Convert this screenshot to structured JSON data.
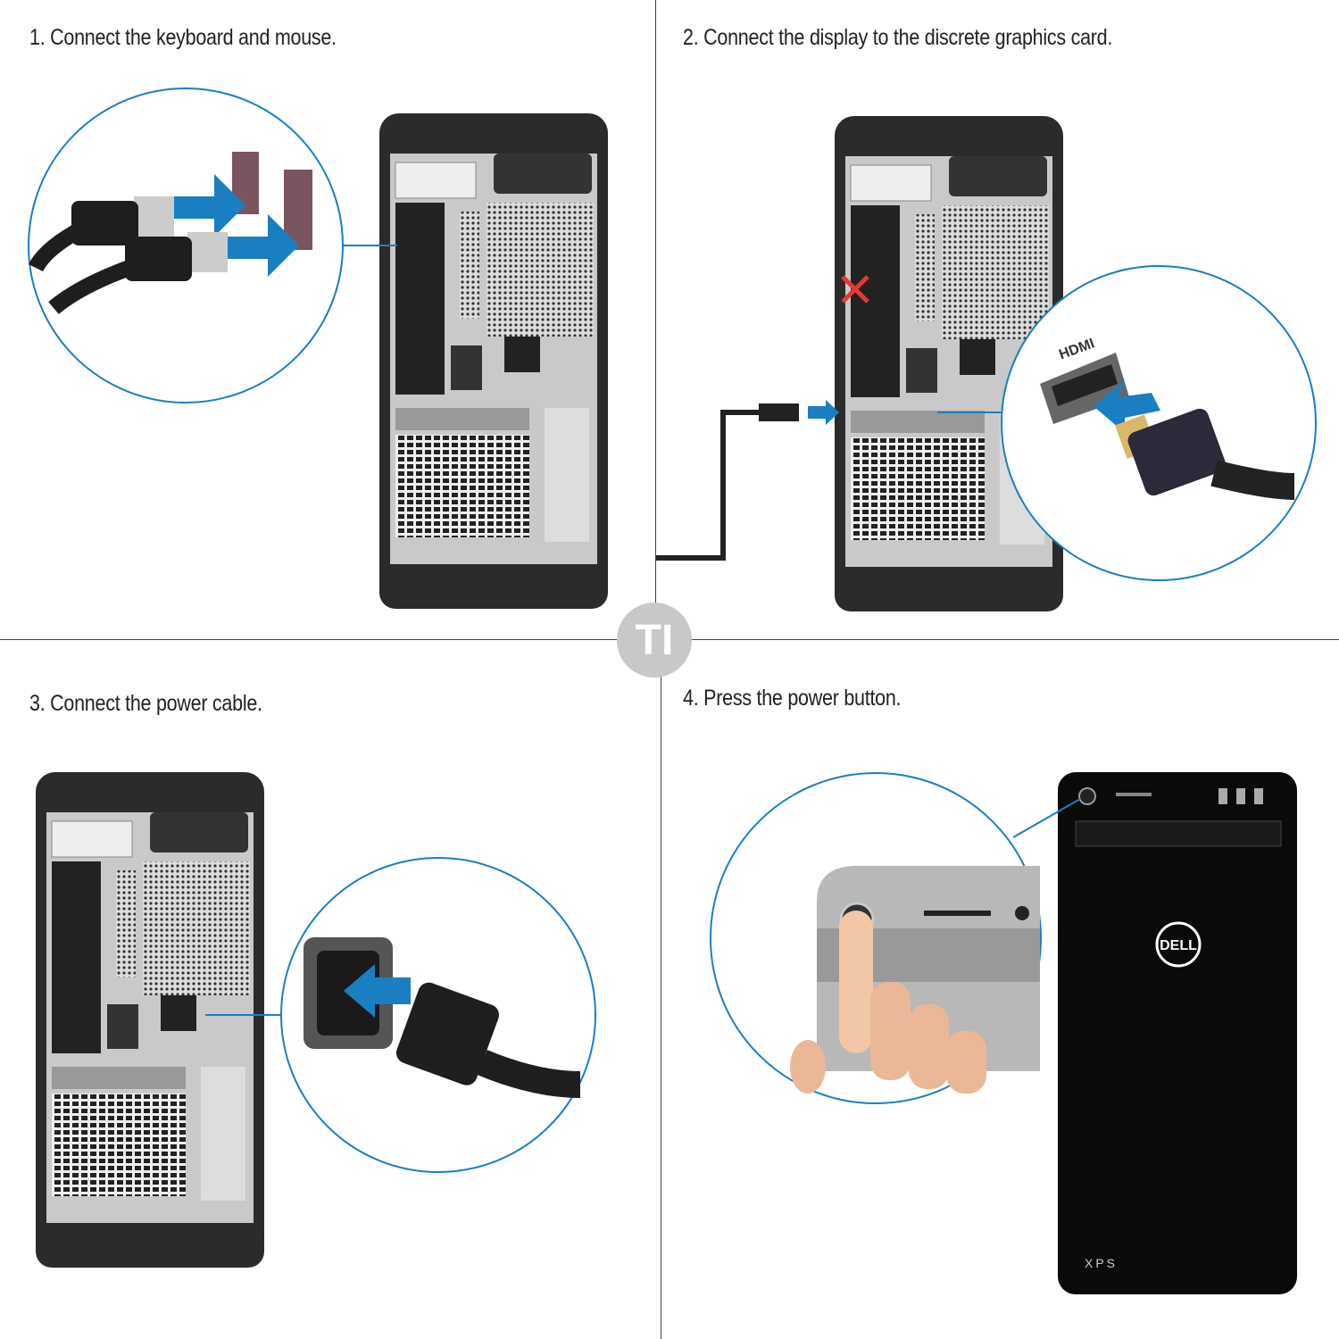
{
  "steps": [
    {
      "label": "1. Connect the keyboard and mouse."
    },
    {
      "label": "2. Connect the display to the discrete graphics card."
    },
    {
      "label": "3. Connect the power cable."
    },
    {
      "label": "4. Press the power button."
    }
  ],
  "labels": {
    "hdmi": "HDMI",
    "brand": "DELL",
    "model": "XPS"
  },
  "watermark": "TI",
  "colors": {
    "accent": "#1a7fc1",
    "case": "#2b2b2b",
    "panel": "#bfbfbf",
    "error": "#e53935"
  }
}
